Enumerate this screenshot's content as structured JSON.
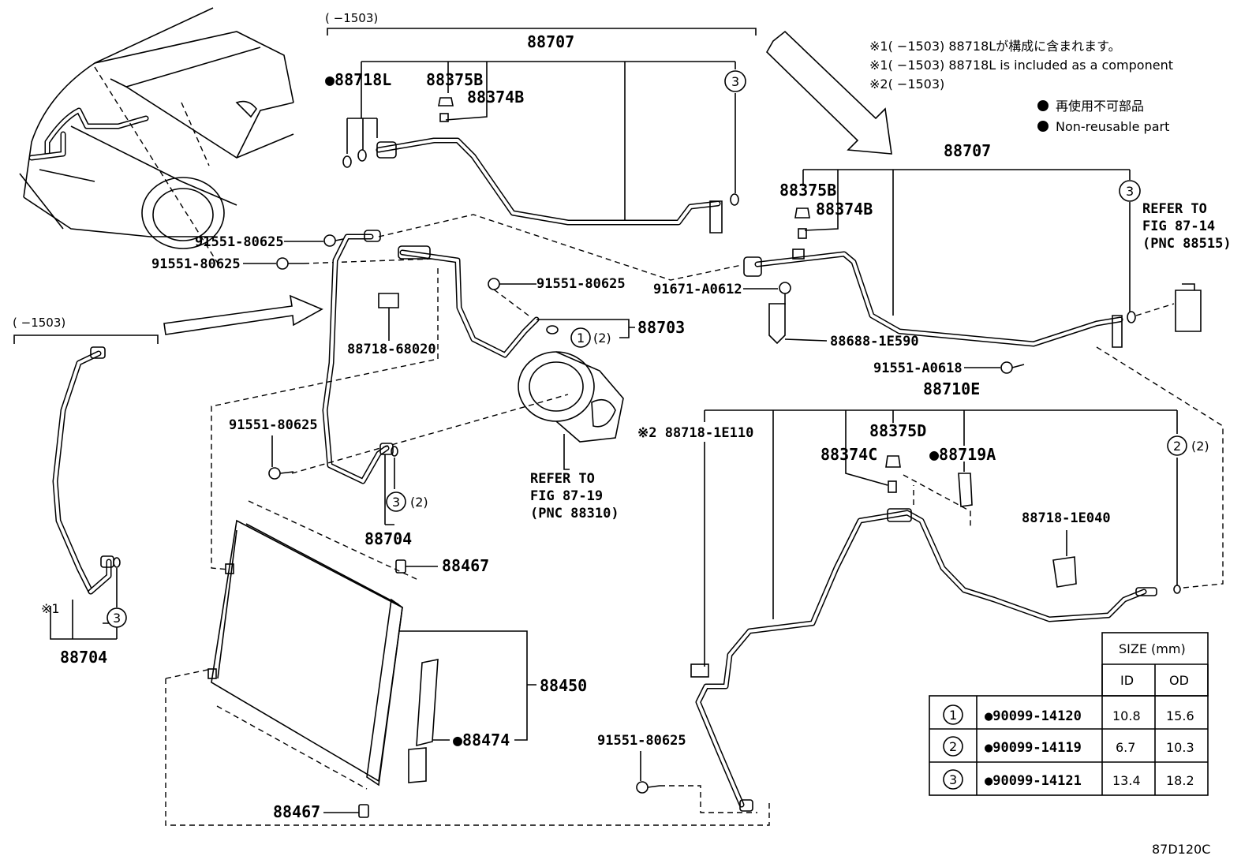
{
  "range_notes": {
    "top": "(      −1503)",
    "left": "(      −1503)"
  },
  "notes": {
    "line1": "※1(        −1503) 88718Lが構成に含まれます。",
    "line2": "※1(        −1503) 88718L is included as a component",
    "line3": "※2(        −1503)"
  },
  "legend": {
    "jp": "再使用不可部品",
    "en": "Non-reusable part"
  },
  "labels": {
    "p88707_top": "88707",
    "p88718L": "●88718L",
    "p88375B_top": "88375B",
    "p88374B_top": "88374B",
    "p88707_right": "88707",
    "p88375B_right": "88375B",
    "p88374B_right": "88374B",
    "refer_87_14": [
      "REFER TO",
      "FIG 87-14",
      "(PNC 88515)"
    ],
    "b91551_80625_a": "91551-80625",
    "b91551_80625_b": "91551-80625",
    "b91551_80625_c": "91551-80625",
    "b91551_80625_d": "91551-80625",
    "b91551_80625_e": "91551-80625",
    "p91671_A0612": "91671-A0612",
    "p88688_1E590": "88688-1E590",
    "p91551_A0618": "91551-A0618",
    "p88718_68020": "88718-68020",
    "p88703": "88703",
    "p88710E": "88710E",
    "p88718_1E110": "※2 88718-1E110",
    "p88375D": "88375D",
    "p88374C": "88374C",
    "p88719A": "●88719A",
    "p88718_1E040": "88718-1E040",
    "refer_87_19": [
      "REFER TO",
      "FIG 87-19",
      "(PNC 88310)"
    ],
    "p88704_mid": "88704",
    "p88704_left": "88704",
    "p88467_top": "88467",
    "p88467_bottom": "88467",
    "p88450": "88450",
    "p88474": "●88474",
    "mark_1": "※1",
    "circ1": "1",
    "circ2": "2",
    "circ3": "3",
    "paren2": "(2)",
    "diagram_code": "87D120C"
  },
  "size_table": {
    "title": "SIZE (mm)",
    "col_id": "ID",
    "col_od": "OD",
    "rows": [
      {
        "key": "1",
        "part": "●90099-14120",
        "id": "10.8",
        "od": "15.6"
      },
      {
        "key": "2",
        "part": "●90099-14119",
        "id": "6.7",
        "od": "10.3"
      },
      {
        "key": "3",
        "part": "●90099-14121",
        "id": "13.4",
        "od": "18.2"
      }
    ]
  }
}
